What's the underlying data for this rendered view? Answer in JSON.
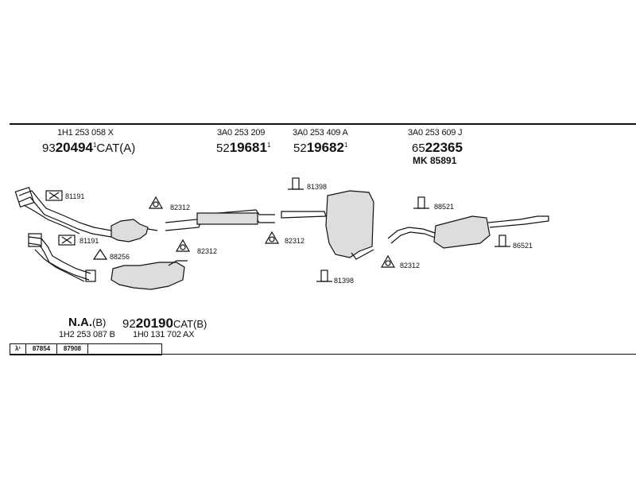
{
  "top_parts": [
    {
      "oe": "1H1 253 058 X",
      "pre": "93",
      "main": "20494",
      "sup": "1",
      "suffix": "CAT(A)"
    },
    {
      "oe": "3A0 253 209",
      "pre": "52",
      "main": "19681",
      "sup": "1",
      "suffix": ""
    },
    {
      "oe": "3A0 253 409 A",
      "pre": "52",
      "main": "19682",
      "sup": "1",
      "suffix": ""
    },
    {
      "oe": "3A0 253 609 J",
      "pre": "65",
      "main": "22365",
      "sup": "",
      "suffix": "",
      "extra": "MK  85891"
    }
  ],
  "callouts": {
    "c1": "81191",
    "c2": "81191",
    "c3": "88256",
    "c4": "82312",
    "c5": "82312",
    "c6": "82312",
    "c7": "81398",
    "c8": "81398",
    "c9": "82312",
    "c10": "88521",
    "c11": "86521"
  },
  "bottom_parts": {
    "na_main": "N.A.",
    "na_suffix": "(B)",
    "cat_pre": "92",
    "cat_main": "20190",
    "cat_suffix": "CAT(B)",
    "oe_left": "1H2 253 087 B",
    "oe_right": "1H0 131 702 AX"
  },
  "table": {
    "lambda": "λ¹",
    "col1": "87854",
    "col2": "87908",
    "col3": ""
  }
}
